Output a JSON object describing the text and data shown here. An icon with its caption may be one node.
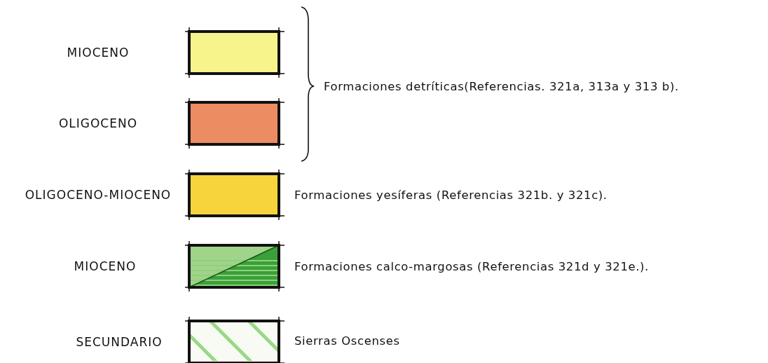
{
  "diagram": {
    "legend": [
      {
        "text": "MIOCENO",
        "color": "#f8f48c"
      },
      {
        "text": "OLIGOCENO",
        "color": "#ec8c62"
      },
      {
        "text": "OLIGOCENO-MIOCENO",
        "color": "#f7d43c"
      },
      {
        "text": "MIOCENO"
      },
      {
        "text": "SECUNDARIO"
      }
    ],
    "labels": [
      "Formaciones detríticas(Referencias. 321a, 313a y 313 b).",
      "Formaciones yesíferas (Referencias 321b. y 321c).",
      "Formaciones calco-margosas (Referencias 321d y 321e.).",
      "Sierras Oscenses"
    ]
  }
}
